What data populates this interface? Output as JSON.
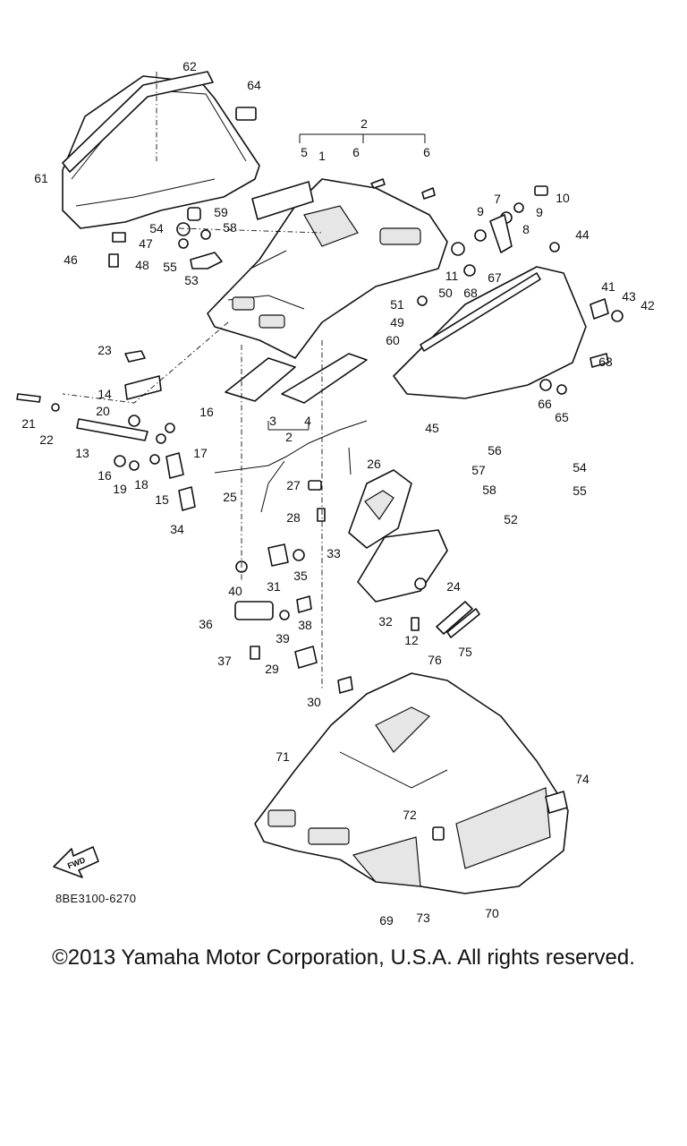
{
  "diagram_code": "8BE3100-6270",
  "copyright": "©2013 Yamaha Motor Corporation, U.S.A. All rights reserved.",
  "fwd_label": "FWD",
  "callouts": [
    "1",
    "2",
    "3",
    "4",
    "5",
    "6",
    "7",
    "8",
    "9",
    "10",
    "11",
    "12",
    "13",
    "14",
    "15",
    "16",
    "17",
    "18",
    "19",
    "20",
    "21",
    "22",
    "23",
    "24",
    "25",
    "26",
    "27",
    "28",
    "29",
    "30",
    "31",
    "32",
    "33",
    "34",
    "35",
    "36",
    "37",
    "38",
    "39",
    "40",
    "41",
    "42",
    "43",
    "44",
    "45",
    "46",
    "47",
    "48",
    "49",
    "50",
    "51",
    "52",
    "53",
    "54",
    "55",
    "56",
    "57",
    "58",
    "59",
    "60",
    "61",
    "62",
    "63",
    "64",
    "65",
    "66",
    "67",
    "68",
    "69",
    "70",
    "71",
    "72",
    "73",
    "74",
    "75",
    "76"
  ]
}
